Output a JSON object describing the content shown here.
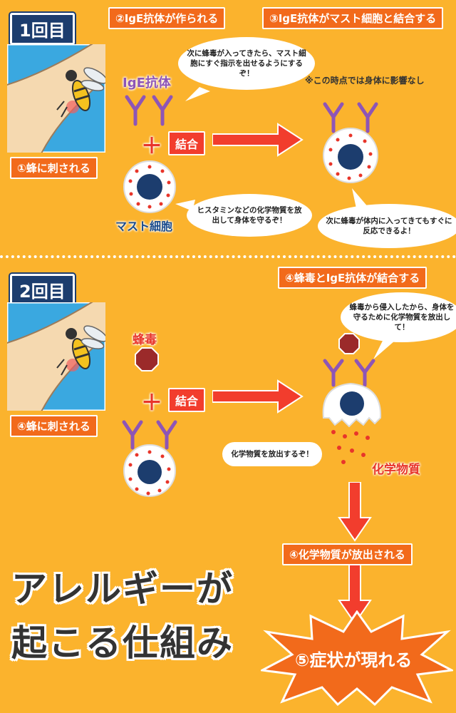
{
  "round1": {
    "label": "1回目",
    "step1": "①蜂に刺される",
    "step2": "②IgE抗体が作られる",
    "step3": "③IgE抗体がマスト細胞と結合する",
    "ige_label": "IgE抗体",
    "mast_label": "マスト細胞",
    "bind": "結合",
    "bubble_ige": "次に蜂毒が入ってきたら、マスト細胞にすぐ指示を出せるようにするぞ！",
    "bubble_mast": "ヒスタミンなどの化学物質を放出して身体を守るぞ！",
    "note": "※この時点では身体に影響なし",
    "bubble_bound": "次に蜂毒が体内に入ってきてもすぐに反応できるよ！"
  },
  "round2": {
    "label": "2回目",
    "step4a": "④蜂に刺される",
    "step4b": "④蜂毒とIgE抗体が結合する",
    "venom_label": "蜂毒",
    "bind": "結合",
    "bubble_protect": "蜂毒から侵入したから、身体を守るために化学物質を放出して！",
    "bubble_release": "化学物質を放出するぞ！",
    "chem_label": "化学物質",
    "step4c": "④化学物質が放出される",
    "step5": "⑤症状が現れる"
  },
  "title": {
    "line1": "アレルギーが",
    "line2": "起こる仕組み"
  },
  "colors": {
    "background": "#fbb32d",
    "navy": "#1c3d6e",
    "orange_tag": "#f26a1b",
    "red": "#f23d2d",
    "purple": "#8e55b6",
    "venom": "#9b2a2a"
  }
}
